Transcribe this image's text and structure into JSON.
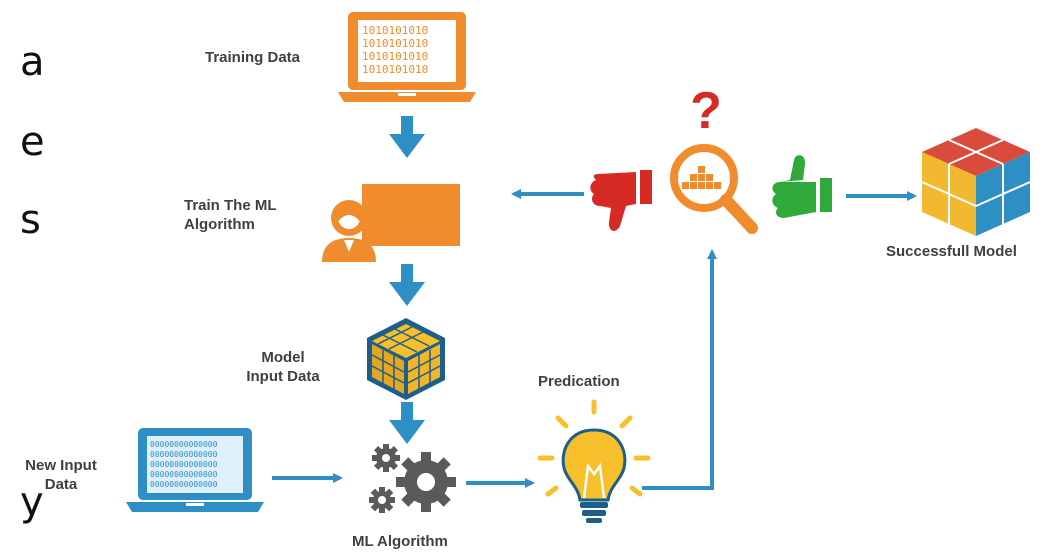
{
  "left_text_fragments": [
    "a",
    "e",
    "s",
    "y"
  ],
  "labels": {
    "training_data": "Training Data",
    "train_algorithm_line1": "Train The  ML",
    "train_algorithm_line2": "Algorithm",
    "model_input_line1": "Model",
    "model_input_line2": "Input Data",
    "new_input_line1": "New Input",
    "new_input_line2": "Data",
    "ml_algorithm": "ML  Algorithm",
    "predication": "Predication",
    "successful_model": "Successfull Model",
    "question_mark": "?"
  },
  "binary_pattern": "10101010",
  "colors": {
    "orange": "#f08c2e",
    "blue": "#2e8fc4",
    "gear_gray": "#5a5a5a",
    "red": "#d52b24",
    "green": "#2faa3a",
    "yellow": "#f7c02a",
    "label_text": "#404040"
  }
}
